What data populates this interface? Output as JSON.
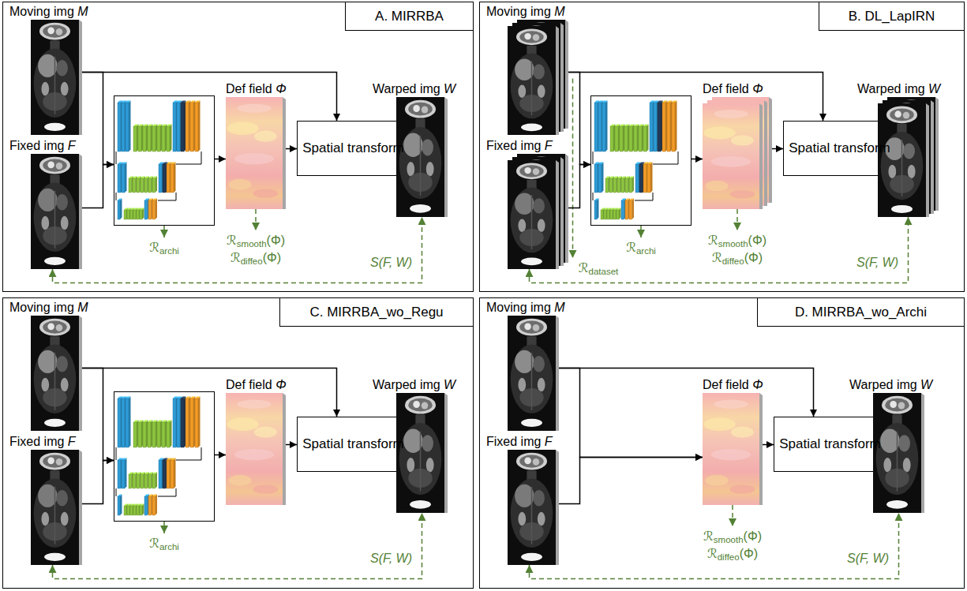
{
  "diagram": {
    "nodes": [
      {
        "text": [
          "A. MIRRBA"
        ]
      },
      {
        "text": [
          "Moving img M"
        ],
        "in": 0
      },
      {
        "text": [
          "Fixed img F"
        ],
        "in": 0
      },
      {
        "text": [
          "ℛarchi"
        ],
        "in": 0
      },
      {
        "text": [
          "Def field Φ"
        ],
        "in": 0
      },
      {
        "text": [
          "Spatial transform"
        ],
        "in": 0
      },
      {
        "text": [
          "Warped img W"
        ],
        "in": 0
      },
      {
        "text": [
          "B. DL_LapIRN"
        ]
      },
      {
        "text": [
          "Moving img M"
        ],
        "in": 7
      },
      {
        "text": [
          "Fixed img F"
        ],
        "in": 7
      },
      {
        "text": [
          "ℛarchi"
        ],
        "in": 7
      },
      {
        "text": [
          "Def field Φ"
        ],
        "in": 7
      },
      {
        "text": [
          "Spatial transform"
        ],
        "in": 7
      },
      {
        "text": [
          "Warped img W"
        ],
        "in": 7
      },
      {
        "text": [
          "C. MIRRBA_wo_Regu"
        ]
      },
      {
        "text": [
          "Moving img M"
        ],
        "in": 14
      },
      {
        "text": [
          "Fixed img F"
        ],
        "in": 14
      },
      {
        "text": [
          "ℛarchi"
        ],
        "in": 14
      },
      {
        "text": [
          "Def field Φ"
        ],
        "in": 14
      },
      {
        "text": [
          "Spatial transform"
        ],
        "in": 14
      },
      {
        "text": [
          "Warped img W"
        ],
        "in": 14
      },
      {
        "text": [
          "D. MIRRBA_wo_Archi"
        ]
      },
      {
        "text": [
          "Moving img M"
        ],
        "in": 21
      },
      {
        "text": [
          "Fixed img F"
        ],
        "in": 21
      },
      {
        "text": [
          "Def field Φ"
        ],
        "in": 21
      },
      {
        "text": [
          "Spatial transform"
        ],
        "in": 21
      },
      {
        "text": [
          "Warped img W"
        ],
        "in": 21
      }
    ],
    "edges": [
      {
        "from": 1,
        "to": 3,
        "arrow": "to"
      },
      {
        "from": 2,
        "to": 3,
        "arrow": "to"
      },
      {
        "from": 1,
        "to": 5,
        "arrow": "to"
      },
      {
        "from": 3,
        "to": 4,
        "arrow": "to"
      },
      {
        "from": 4,
        "to": 5,
        "arrow": "to"
      },
      {
        "from": 5,
        "to": 6,
        "arrow": "to"
      },
      {
        "from": 2,
        "to": 6,
        "arrow": "both",
        "label": "S(F, W)"
      },
      {
        "from": 8,
        "to": 10,
        "arrow": "to"
      },
      {
        "from": 9,
        "to": 10,
        "arrow": "to"
      },
      {
        "from": 8,
        "to": 12,
        "arrow": "to"
      },
      {
        "from": 10,
        "to": 11,
        "arrow": "to"
      },
      {
        "from": 11,
        "to": 12,
        "arrow": "to"
      },
      {
        "from": 12,
        "to": 13,
        "arrow": "to"
      },
      {
        "from": 9,
        "to": 13,
        "arrow": "both",
        "label": "S(F, W)"
      },
      {
        "from": 15,
        "to": 17,
        "arrow": "to"
      },
      {
        "from": 16,
        "to": 17,
        "arrow": "to"
      },
      {
        "from": 15,
        "to": 19,
        "arrow": "to"
      },
      {
        "from": 17,
        "to": 18,
        "arrow": "to"
      },
      {
        "from": 18,
        "to": 19,
        "arrow": "to"
      },
      {
        "from": 19,
        "to": 20,
        "arrow": "to"
      },
      {
        "from": 16,
        "to": 20,
        "arrow": "both",
        "label": "S(F, W)"
      },
      {
        "from": 22,
        "to": 24,
        "arrow": "to"
      },
      {
        "from": 23,
        "to": 24,
        "arrow": "to"
      },
      {
        "from": 22,
        "to": 25,
        "arrow": "to"
      },
      {
        "from": 24,
        "to": 25,
        "arrow": "to"
      },
      {
        "from": 25,
        "to": 26,
        "arrow": "to"
      },
      {
        "from": 23,
        "to": 26,
        "arrow": "both",
        "label": "S(F, W)"
      }
    ],
    "labels": [
      "ℛsmooth(Φ)",
      "ℛdiffeo(Φ)",
      "ℛsmooth(Φ)",
      "ℛdiffeo(Φ)",
      "ℛdataset",
      "ℛsmooth(Φ)",
      "ℛdiffeo(Φ)"
    ]
  }
}
